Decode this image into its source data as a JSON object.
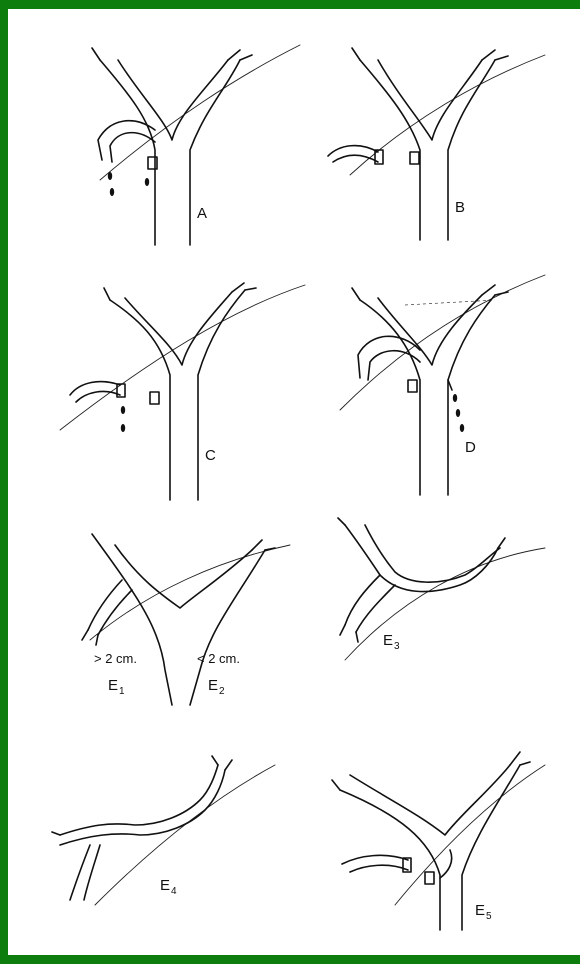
{
  "colors": {
    "frame": "#0d7d0d",
    "ink": "#111111",
    "background": "#ffffff"
  },
  "panels": {
    "a": {
      "label": "A"
    },
    "b": {
      "label": "B"
    },
    "c": {
      "label": "C"
    },
    "d": {
      "label": "D"
    },
    "e1_e2": {
      "left_note": "> 2 cm.",
      "right_note": "< 2 cm.",
      "left_label": "E",
      "left_sub": "1",
      "right_label": "E",
      "right_sub": "2"
    },
    "e3": {
      "label": "E",
      "sub": "3"
    },
    "e4": {
      "label": "E",
      "sub": "4"
    },
    "e5": {
      "label": "E",
      "sub": "5"
    }
  }
}
